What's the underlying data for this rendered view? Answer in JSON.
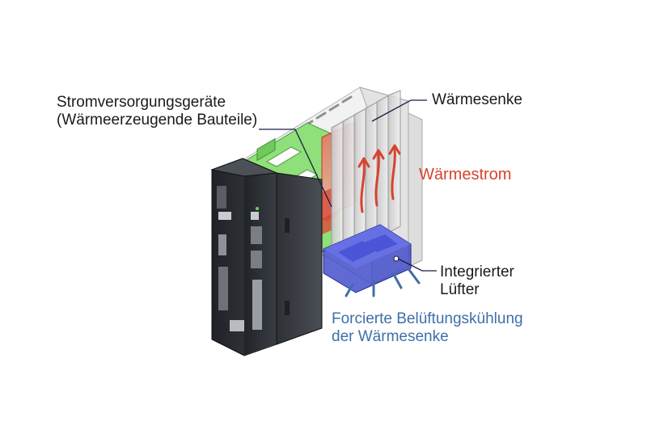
{
  "labels": {
    "power_line1": "Stromversorgungsgeräte",
    "power_line2": "(Wärmeerzeugende Bauteile)",
    "heatsink": "Wärmesenke",
    "heatflow": "Wärmestrom",
    "fan_line1": "Integrierter",
    "fan_line2": "Lüfter",
    "cooling_line1": "Forcierte Belüftungskühlung",
    "cooling_line2": "der Wärmesenke"
  },
  "colors": {
    "heatflow": "#d8432e",
    "cooling": "#3f6fa8",
    "fan_blue": "#3a45c8",
    "housing_dark": "#2b2e33",
    "pcb_green": "#8fe07a",
    "leader_line": "#1a1a4a"
  }
}
